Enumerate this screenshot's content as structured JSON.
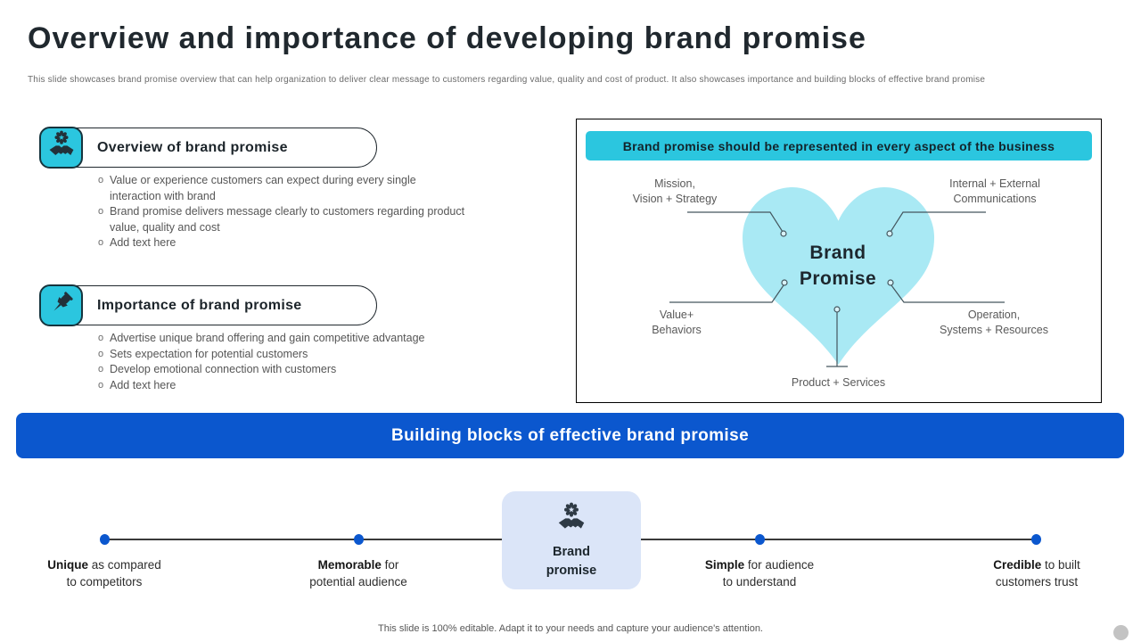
{
  "slide": {
    "title": "Overview and importance of developing brand promise",
    "subtitle": "This slide showcases brand promise overview that can help organization to deliver clear message to customers regarding value, quality and cost of product. It also showcases importance and building blocks of effective brand promise",
    "footer": "This slide is 100% editable. Adapt it to your needs and capture your audience's attention."
  },
  "ui": {
    "bullet_marker": "o"
  },
  "colors": {
    "cyan": "#2bc6df",
    "heart_fill": "#a9e9f4",
    "banner_blue": "#0b57ce",
    "card_bg": "#dbe5f8",
    "dark_text": "#20282e",
    "gray_text": "#595959"
  },
  "sections": {
    "overview": {
      "heading": "Overview of brand promise",
      "icon": "badge-handshake-icon",
      "bullets": [
        "Value or experience customers can expect during every single interaction with brand",
        "Brand promise delivers message clearly to customers regarding product value, quality and cost",
        "Add text here"
      ]
    },
    "importance": {
      "heading": "Importance of brand promise",
      "icon": "pushpin-icon",
      "bullets": [
        "Advertise unique brand offering and gain competitive advantage",
        "Sets expectation for potential customers",
        "Develop emotional connection with customers",
        "Add text here"
      ]
    }
  },
  "diagram": {
    "header": "Brand promise should be represented in every aspect of the business",
    "center_line1": "Brand",
    "center_line2": "Promise",
    "labels": {
      "top_left": "Mission,\nVision + Strategy",
      "top_right": "Internal + External\nCommunications",
      "bottom_left": "Value+\nBehaviors",
      "bottom_right": "Operation,\nSystems + Resources",
      "bottom_center": "Product + Services"
    }
  },
  "banner": {
    "label": "Building blocks of effective brand promise"
  },
  "timeline": {
    "center_card": {
      "icon": "badge-handshake-icon",
      "line1": "Brand",
      "line2": "promise"
    },
    "items": [
      {
        "bold": "Unique",
        "rest1": " as compared",
        "line2": "to competitors"
      },
      {
        "bold": "Memorable",
        "rest1": " for",
        "line2": "potential audience"
      },
      {
        "bold": "Simple",
        "rest1": " for audience",
        "line2": "to understand"
      },
      {
        "bold": "Credible",
        "rest1": " to built",
        "line2": "customers trust"
      }
    ]
  }
}
